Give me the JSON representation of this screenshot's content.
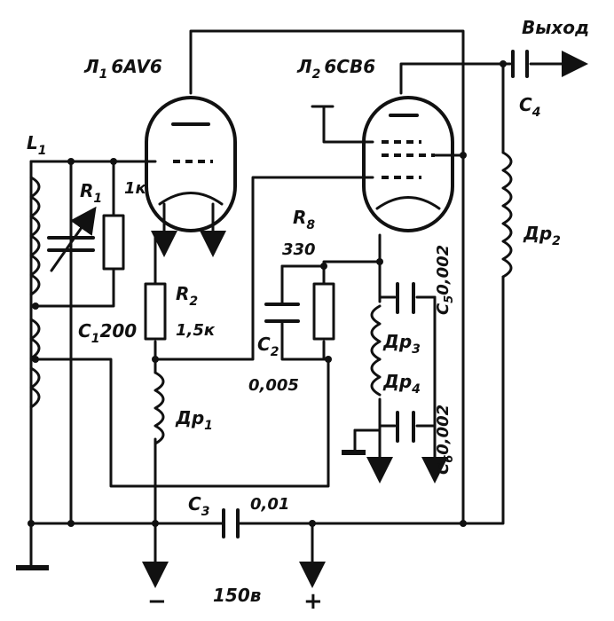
{
  "labels": {
    "tube1": "Л",
    "tube1_sub": "1",
    "tube1_type": "6AV6",
    "tube2": "Л",
    "tube2_sub": "2",
    "tube2_type": "6CB6",
    "output": "Выход",
    "c4": "C",
    "c4_sub": "4",
    "l1": "L",
    "l1_sub": "1",
    "r1": "R",
    "r1_sub": "1",
    "r1_val": "1к",
    "c1": "C",
    "c1_sub": "1",
    "c1_val": "200",
    "r2": "R",
    "r2_sub": "2",
    "r2_val": "1,5к",
    "r8": "R",
    "r8_sub": "8",
    "r8_val": "330",
    "c2": "C",
    "c2_sub": "2",
    "c2_val": "0,005",
    "c5": "C",
    "c5_sub": "5",
    "c5_val": "0,002",
    "c6": "C",
    "c6_sub": "6",
    "c6_val": "0,002",
    "dr1": "Др",
    "dr1_sub": "1",
    "dr2": "Др",
    "dr2_sub": "2",
    "dr3": "Др",
    "dr3_sub": "3",
    "dr4": "Др",
    "dr4_sub": "4",
    "c3": "C",
    "c3_sub": "3",
    "c3_val": "0,01",
    "minus": "−",
    "plus": "+",
    "supply": "150в"
  }
}
